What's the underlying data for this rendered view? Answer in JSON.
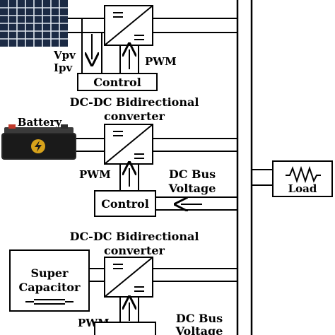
{
  "blocks": {
    "pv_control": "Control",
    "battery_control": "Control",
    "load": "Load",
    "battery": "Battery",
    "supercap_line1": "Super",
    "supercap_line2": "Capacitor"
  },
  "labels": {
    "vpv": "Vpv",
    "ipv": "Ipv",
    "pwm_pv": "PWM",
    "pwm_battery": "PWM",
    "pwm_supercap": "PWM",
    "conv1_line1": "DC-DC Bidirectional",
    "conv1_line2": "converter",
    "conv2_line1": "DC-DC Bidirectional",
    "conv2_line2": "converter",
    "dcbus1_line1": "DC Bus",
    "dcbus1_line2": "Voltage",
    "dcbus2_line1": "DC Bus",
    "dcbus2_line2": "Voltage"
  },
  "icons": {
    "pv_panel": "solar-panel-icon",
    "battery": "battery-icon",
    "supercap": "capacitor-icon",
    "load": "resistor-icon",
    "converter": "dc-dc-converter-icon"
  }
}
